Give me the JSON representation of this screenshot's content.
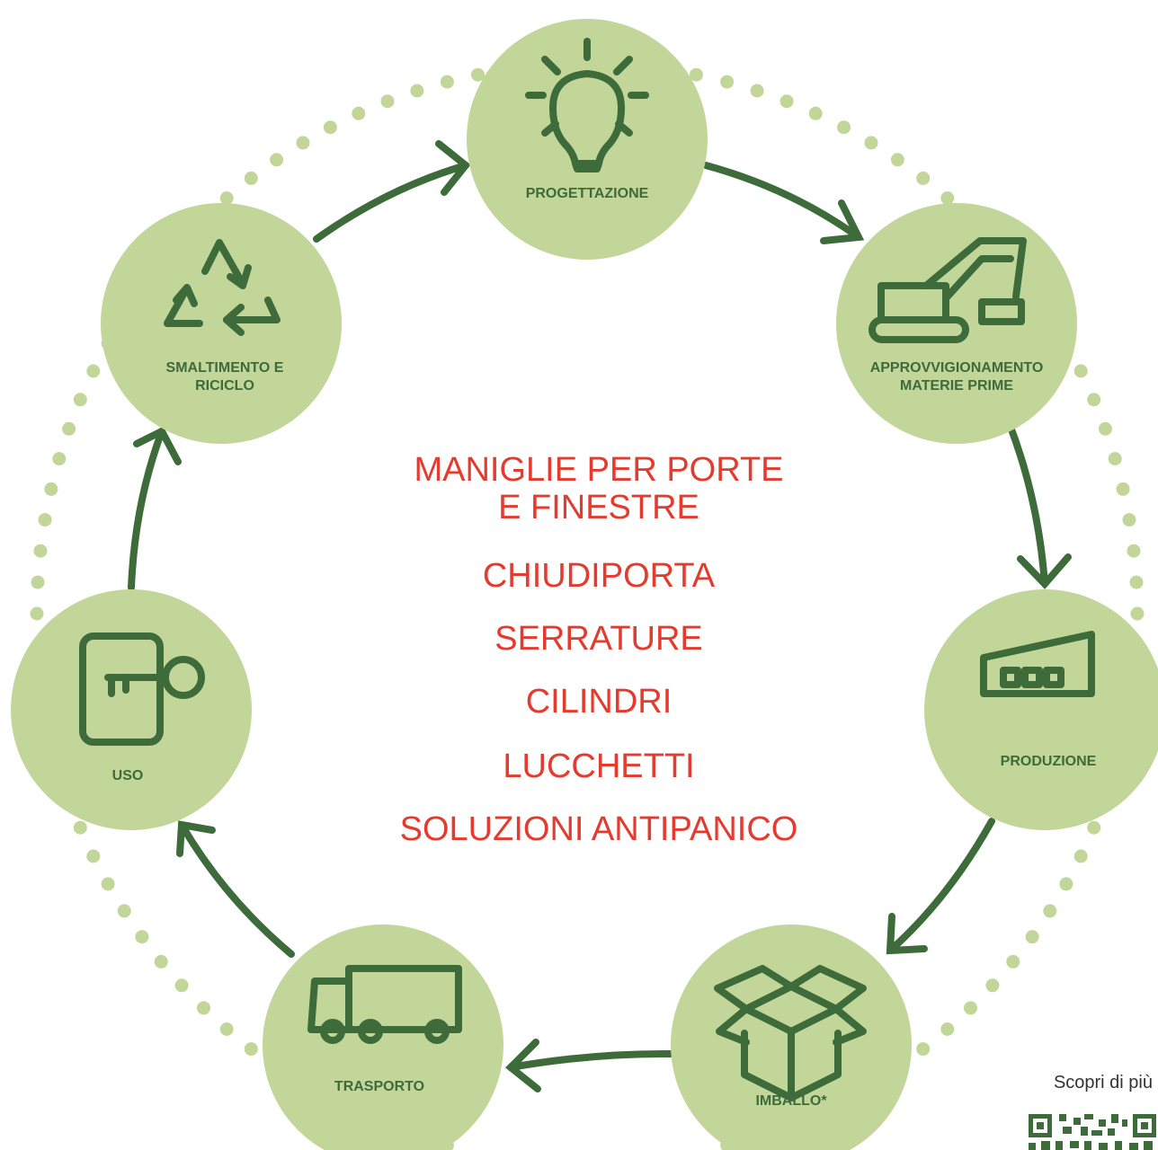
{
  "colors": {
    "circle_fill": "#c3d699",
    "arrow": "#3d6b3a",
    "icon": "#3d6b3a",
    "products_text": "#e53a2e",
    "dots": "#c3d699"
  },
  "stages": [
    {
      "id": "progettazione",
      "label": "PROGETTAZIONE",
      "icon": "lightbulb-icon"
    },
    {
      "id": "approvvigionamento",
      "label": "APPROVVIGIONAMENTO\nMATERIE PRIME",
      "icon": "excavator-icon"
    },
    {
      "id": "produzione",
      "label": "PRODUZIONE",
      "icon": "factory-icon"
    },
    {
      "id": "imballo",
      "label": "IMBALLO*",
      "icon": "box-icon"
    },
    {
      "id": "trasporto",
      "label": "TRASPORTO",
      "icon": "truck-icon"
    },
    {
      "id": "uso",
      "label": "USO",
      "icon": "door-key-icon"
    },
    {
      "id": "smaltimento",
      "label": "SMALTIMENTO E\nRICICLO",
      "icon": "recycle-icon"
    }
  ],
  "products": [
    "MANIGLIE PER PORTE\nE FINESTRE",
    "CHIUDIPORTA",
    "SERRATURE",
    "CILINDRI",
    "LUCCHETTI",
    "SOLUZIONI ANTIPANICO"
  ],
  "footer": {
    "scopri": "Scopri di più",
    "qr_icon": "qr-code-icon"
  }
}
